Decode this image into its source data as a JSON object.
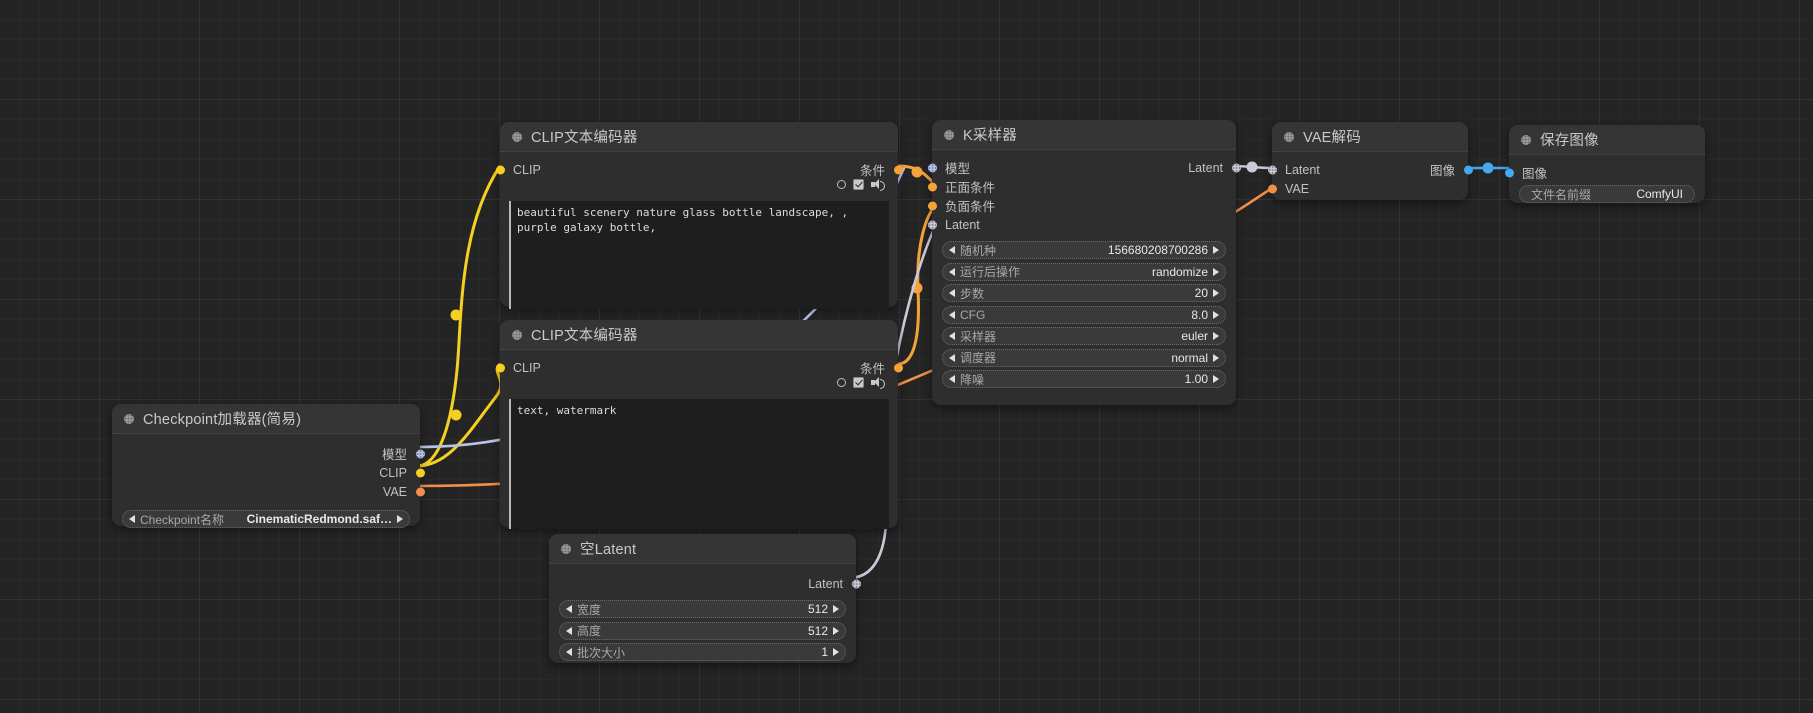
{
  "app": {
    "name": "ComfyUI",
    "canvas_background": "#242424"
  },
  "link_colors": {
    "clip": "#f5d020",
    "conditioning": "#f3a33a",
    "model": "#b9c2e8",
    "vae": "#ef8f4a",
    "latent": "#cfc8d8",
    "image": "#45a7f0"
  },
  "nodes": {
    "checkpoint_loader": {
      "title": "Checkpoint加载器(简易)",
      "outputs": [
        {
          "label": "模型",
          "type": "model"
        },
        {
          "label": "CLIP",
          "type": "clip"
        },
        {
          "label": "VAE",
          "type": "vae"
        }
      ],
      "widgets": [
        {
          "label": "Checkpoint名称",
          "value": "CinematicRedmond.saf…"
        }
      ]
    },
    "clip_encode_positive": {
      "title": "CLIP文本编码器",
      "input": {
        "label": "CLIP",
        "type": "clip"
      },
      "output": {
        "label": "条件",
        "type": "conditioning"
      },
      "text": "beautiful scenery nature glass bottle landscape, , purple galaxy bottle,",
      "toggles": [
        {
          "name": "circle-toggle",
          "state": "off"
        },
        {
          "name": "checkbox-toggle",
          "state": "on"
        },
        {
          "name": "speaker-toggle",
          "state": "on"
        }
      ]
    },
    "clip_encode_negative": {
      "title": "CLIP文本编码器",
      "input": {
        "label": "CLIP",
        "type": "clip"
      },
      "output": {
        "label": "条件",
        "type": "conditioning"
      },
      "text": "text, watermark",
      "toggles": [
        {
          "name": "circle-toggle",
          "state": "off"
        },
        {
          "name": "checkbox-toggle",
          "state": "on"
        },
        {
          "name": "speaker-toggle",
          "state": "on"
        }
      ]
    },
    "ksampler": {
      "title": "K采样器",
      "inputs": [
        {
          "label": "模型",
          "type": "model"
        },
        {
          "label": "正面条件",
          "type": "conditioning"
        },
        {
          "label": "负面条件",
          "type": "conditioning"
        },
        {
          "label": "Latent",
          "type": "latent"
        }
      ],
      "outputs": [
        {
          "label": "Latent",
          "type": "latent"
        }
      ],
      "widgets": [
        {
          "label": "随机种",
          "value": "156680208700286"
        },
        {
          "label": "运行后操作",
          "value": "randomize"
        },
        {
          "label": "步数",
          "value": "20"
        },
        {
          "label": "CFG",
          "value": "8.0"
        },
        {
          "label": "采样器",
          "value": "euler"
        },
        {
          "label": "调度器",
          "value": "normal"
        },
        {
          "label": "降噪",
          "value": "1.00"
        }
      ]
    },
    "empty_latent": {
      "title": "空Latent",
      "outputs": [
        {
          "label": "Latent",
          "type": "latent"
        }
      ],
      "widgets": [
        {
          "label": "宽度",
          "value": "512"
        },
        {
          "label": "高度",
          "value": "512"
        },
        {
          "label": "批次大小",
          "value": "1"
        }
      ]
    },
    "vae_decode": {
      "title": "VAE解码",
      "inputs": [
        {
          "label": "Latent",
          "type": "latent"
        },
        {
          "label": "VAE",
          "type": "vae"
        }
      ],
      "outputs": [
        {
          "label": "图像",
          "type": "image"
        }
      ]
    },
    "save_image": {
      "title": "保存图像",
      "inputs": [
        {
          "label": "图像",
          "type": "image"
        }
      ],
      "widgets": [
        {
          "label": "文件名前缀",
          "value": "ComfyUI"
        }
      ]
    }
  }
}
